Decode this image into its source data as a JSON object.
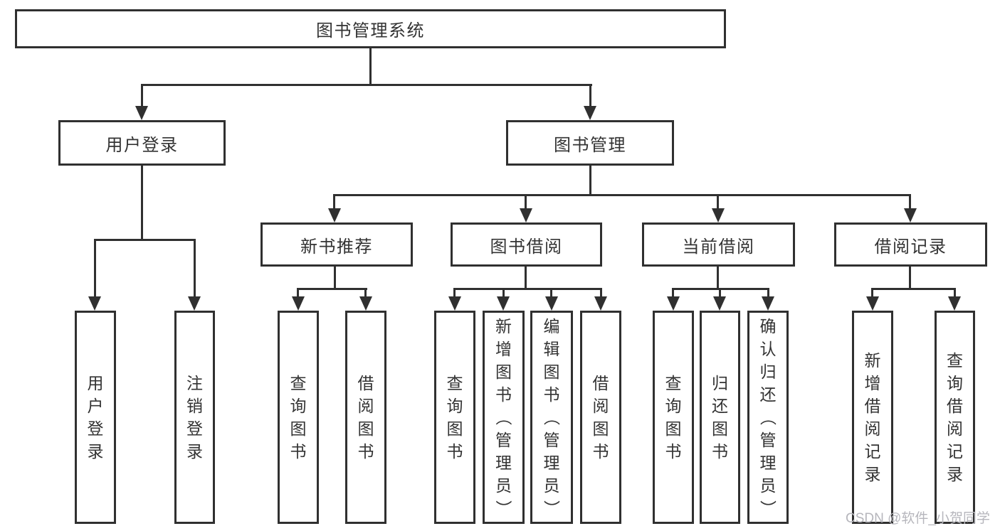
{
  "colors": {
    "background": "#ffffff",
    "line": "#303030",
    "text": "#333333",
    "watermark_text": "#b6b6bc"
  },
  "tree": {
    "label": "图书管理系统",
    "children": [
      {
        "label": "用户登录",
        "children": [
          {
            "label": "用户登录"
          },
          {
            "label": "注销登录"
          }
        ]
      },
      {
        "label": "图书管理",
        "children": [
          {
            "label": "新书推荐",
            "children": [
              {
                "label": "查询图书"
              },
              {
                "label": "借阅图书"
              }
            ]
          },
          {
            "label": "图书借阅",
            "children": [
              {
                "label": "查询图书"
              },
              {
                "label": "新增图书（管理员）"
              },
              {
                "label": "编辑图书（管理员）"
              },
              {
                "label": "借阅图书"
              }
            ]
          },
          {
            "label": "当前借阅",
            "children": [
              {
                "label": "查询图书"
              },
              {
                "label": "归还图书"
              },
              {
                "label": "确认归还（管理员）"
              }
            ]
          },
          {
            "label": "借阅记录",
            "children": [
              {
                "label": "新增借阅记录"
              },
              {
                "label": "查询借阅记录"
              }
            ]
          }
        ]
      }
    ]
  },
  "watermark": {
    "text": "CSDN @软件_小贺同学"
  }
}
